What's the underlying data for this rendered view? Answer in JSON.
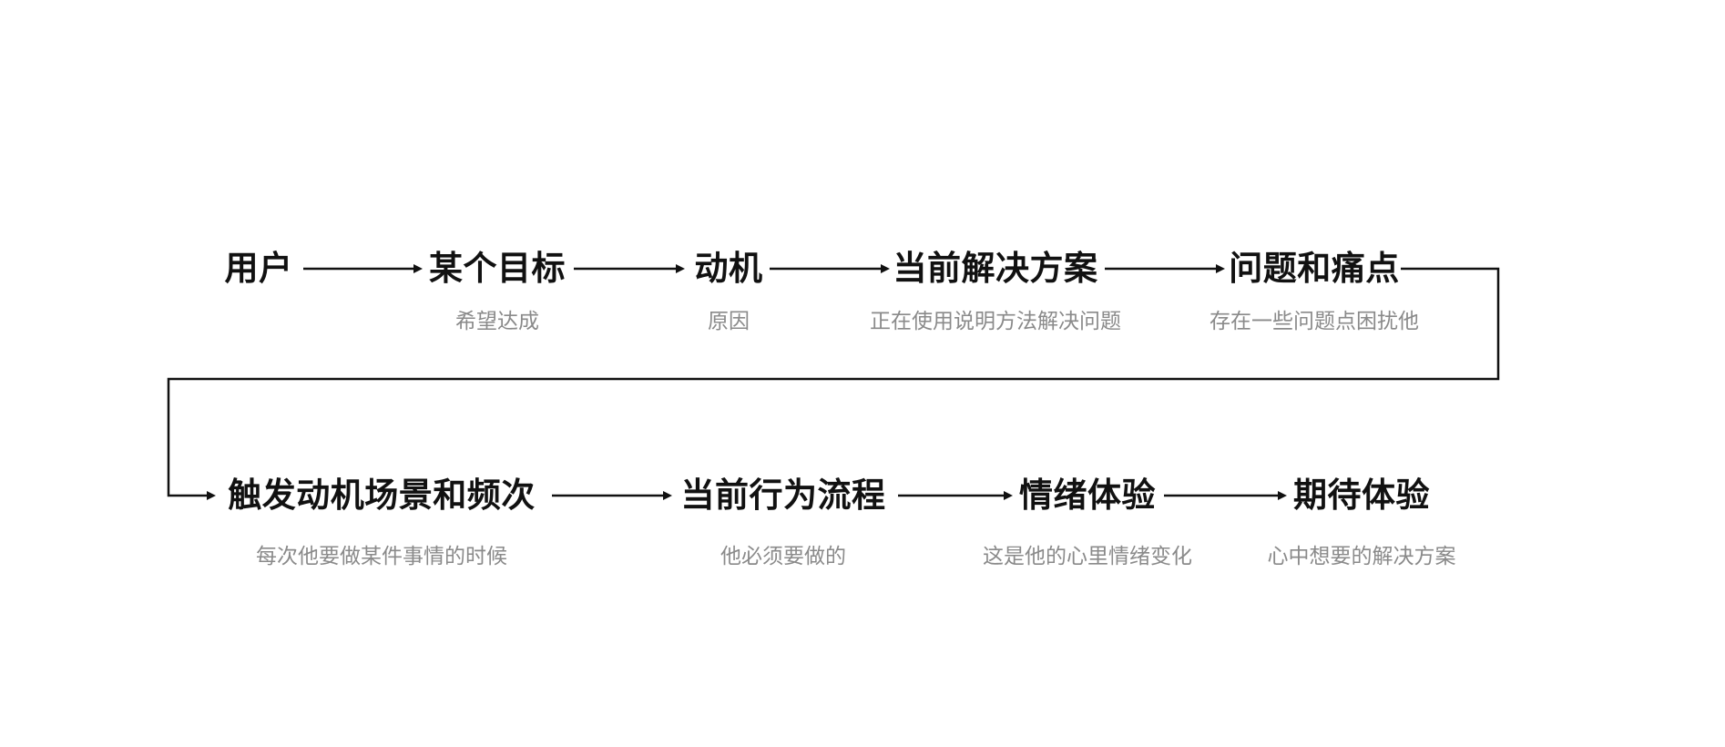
{
  "colors": {
    "background": "#ffffff",
    "title": "#111111",
    "subtitle": "#8a8a8a",
    "line": "#111111"
  },
  "diagram": {
    "rows": [
      {
        "nodes": [
          {
            "title": "用户",
            "subtitle": ""
          },
          {
            "title": "某个目标",
            "subtitle": "希望达成"
          },
          {
            "title": "动机",
            "subtitle": "原因"
          },
          {
            "title": "当前解决方案",
            "subtitle": "正在使用说明方法解决问题"
          },
          {
            "title": "问题和痛点",
            "subtitle": "存在一些问题点困扰他"
          }
        ]
      },
      {
        "nodes": [
          {
            "title": "触发动机场景和频次",
            "subtitle": "每次他要做某件事情的时候"
          },
          {
            "title": "当前行为流程",
            "subtitle": "他必须要做的"
          },
          {
            "title": "情绪体验",
            "subtitle": "这是他的心里情绪变化"
          },
          {
            "title": "期待体验",
            "subtitle": "心中想要的解决方案"
          }
        ]
      }
    ]
  }
}
